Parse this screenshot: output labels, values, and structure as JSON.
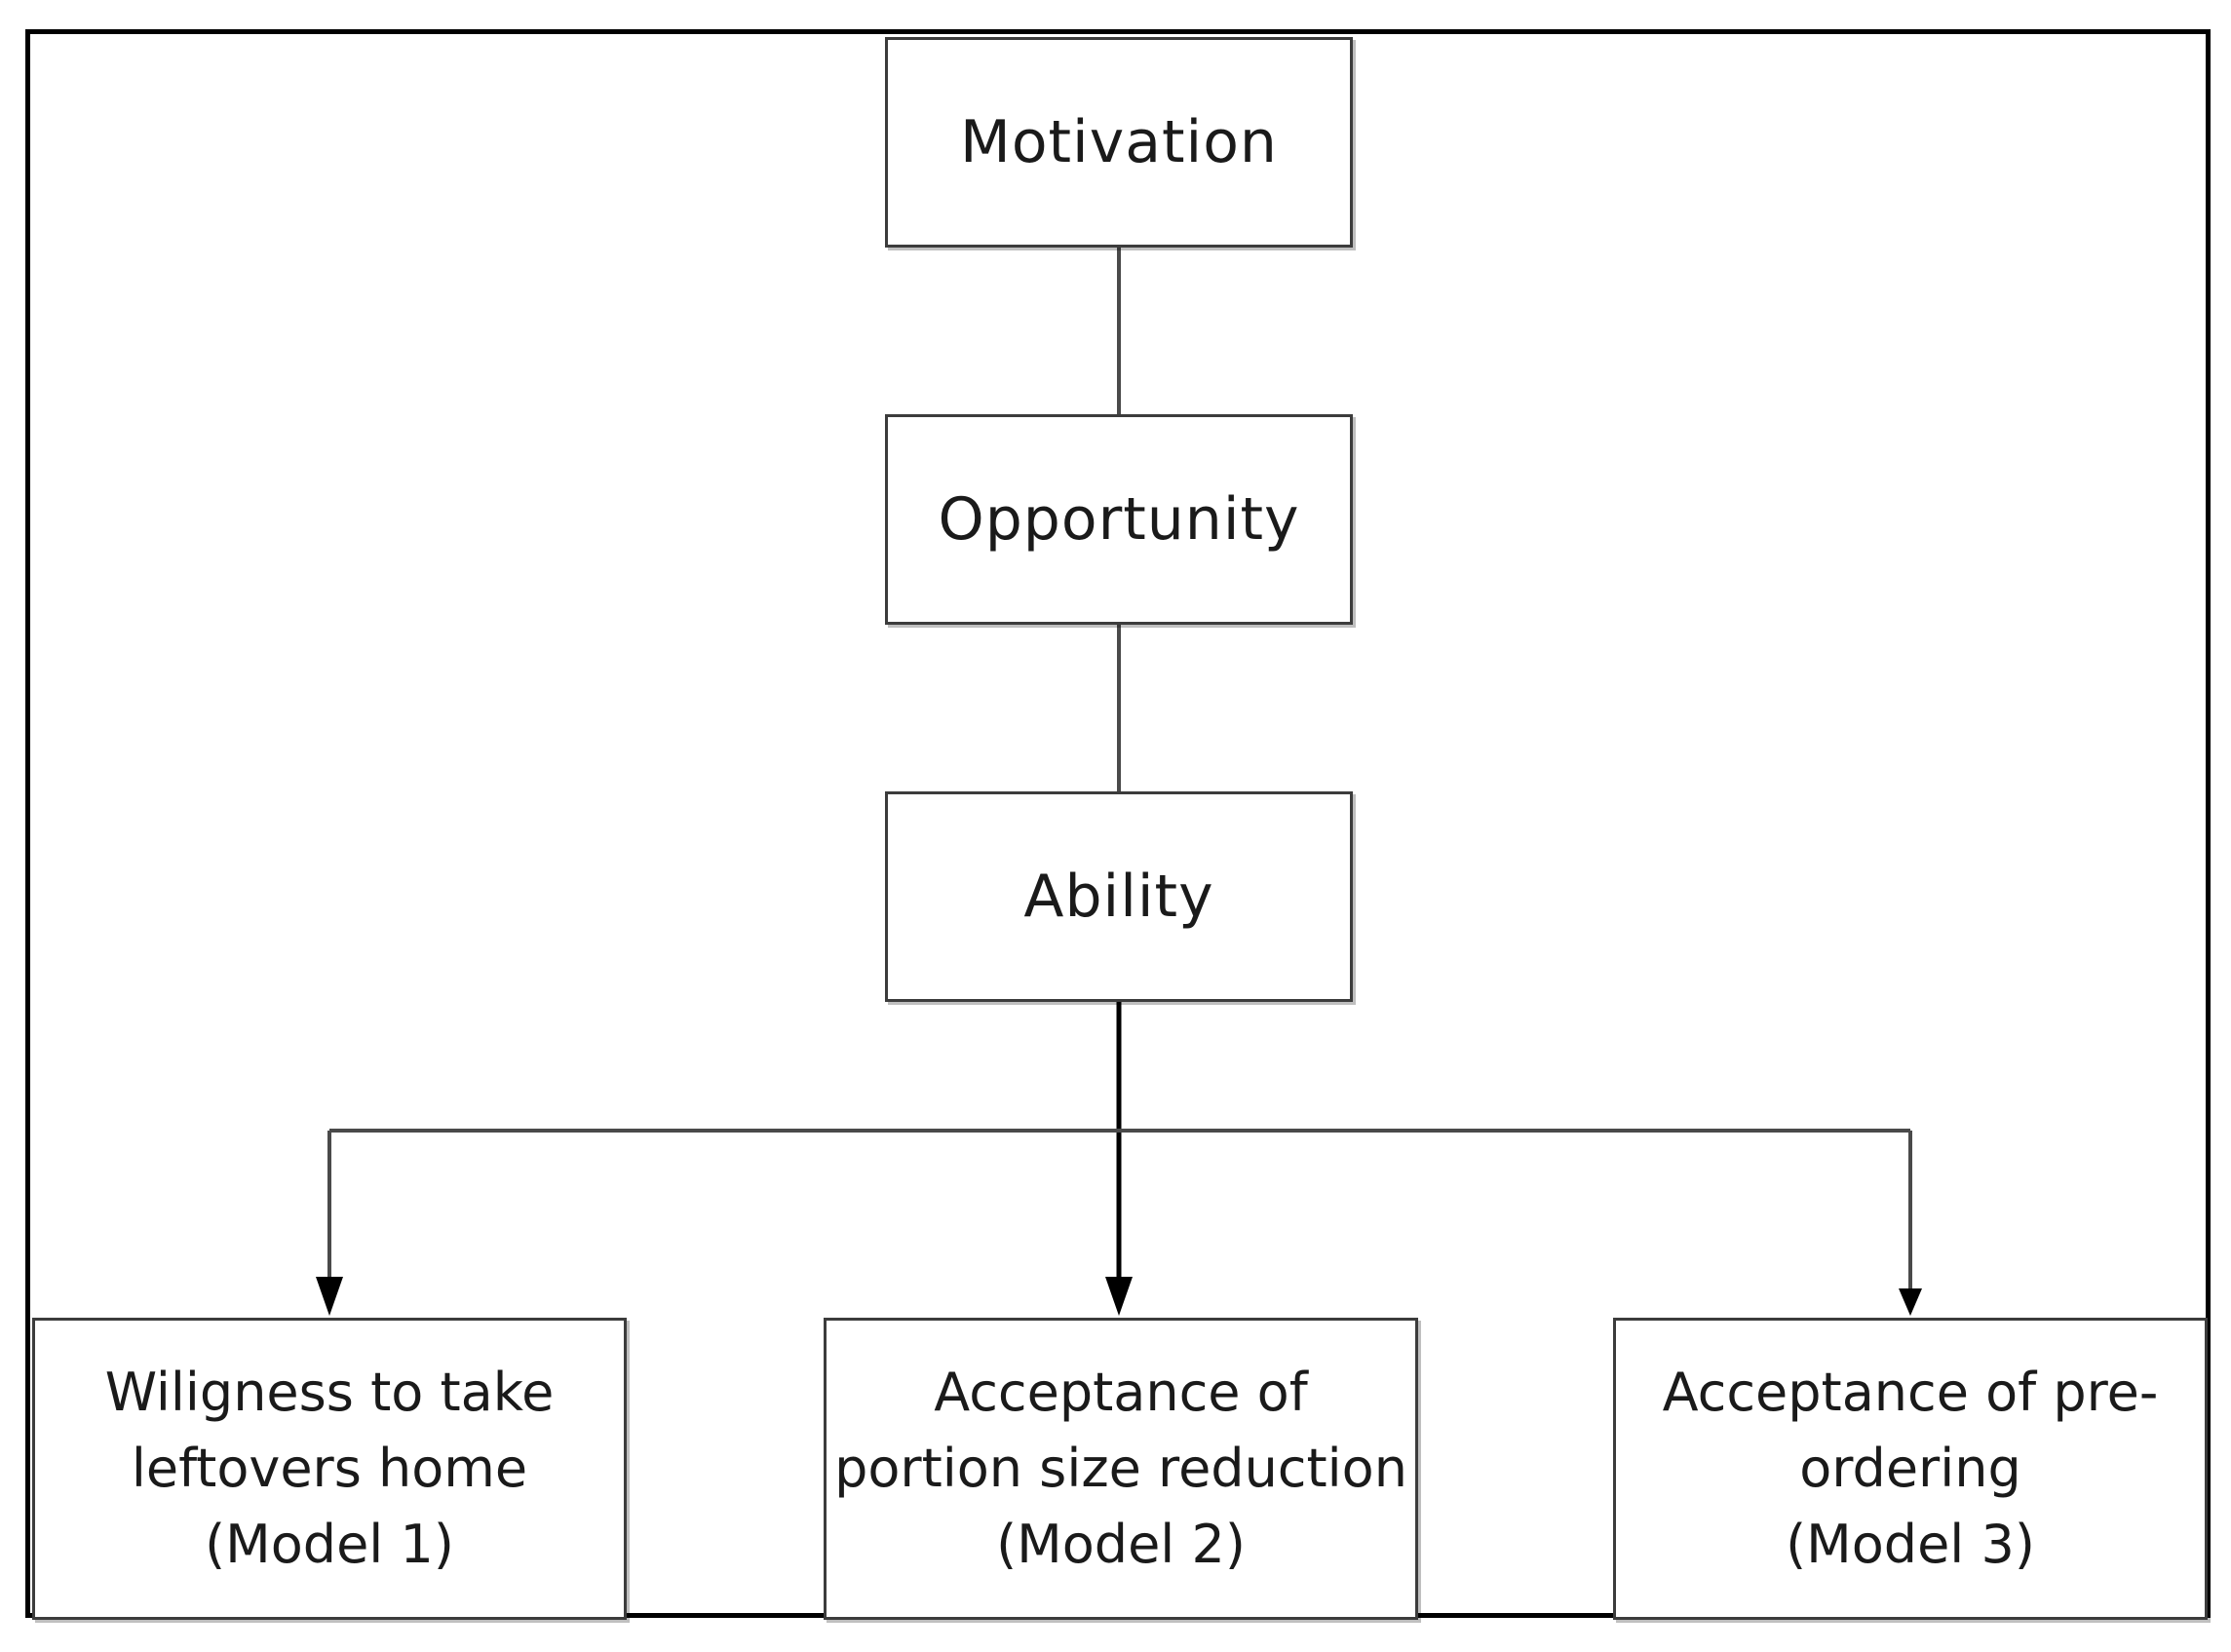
{
  "diagram": {
    "nodes": {
      "motivation": "Motivation",
      "opportunity": "Opportunity",
      "ability": "Ability"
    },
    "outcomes": [
      {
        "lines": [
          "Wiligness to take",
          "leftovers home",
          "(Model 1)"
        ]
      },
      {
        "lines": [
          "Acceptance of",
          "portion size reduction",
          "(Model 2)"
        ]
      },
      {
        "lines": [
          "Acceptance of pre-",
          "ordering",
          "(Model 3)"
        ]
      }
    ],
    "edges": [
      {
        "from": "motivation",
        "to": "opportunity",
        "style": "line"
      },
      {
        "from": "opportunity",
        "to": "ability",
        "style": "line"
      },
      {
        "from": "ability",
        "to": "outcome-1",
        "style": "arrow"
      },
      {
        "from": "ability",
        "to": "outcome-2",
        "style": "arrow"
      },
      {
        "from": "ability",
        "to": "outcome-3",
        "style": "arrow"
      }
    ],
    "colors": {
      "border": "#3c3c3c",
      "line": "#4a4a4a",
      "arrow": "#000000",
      "frame": "#000000"
    }
  }
}
